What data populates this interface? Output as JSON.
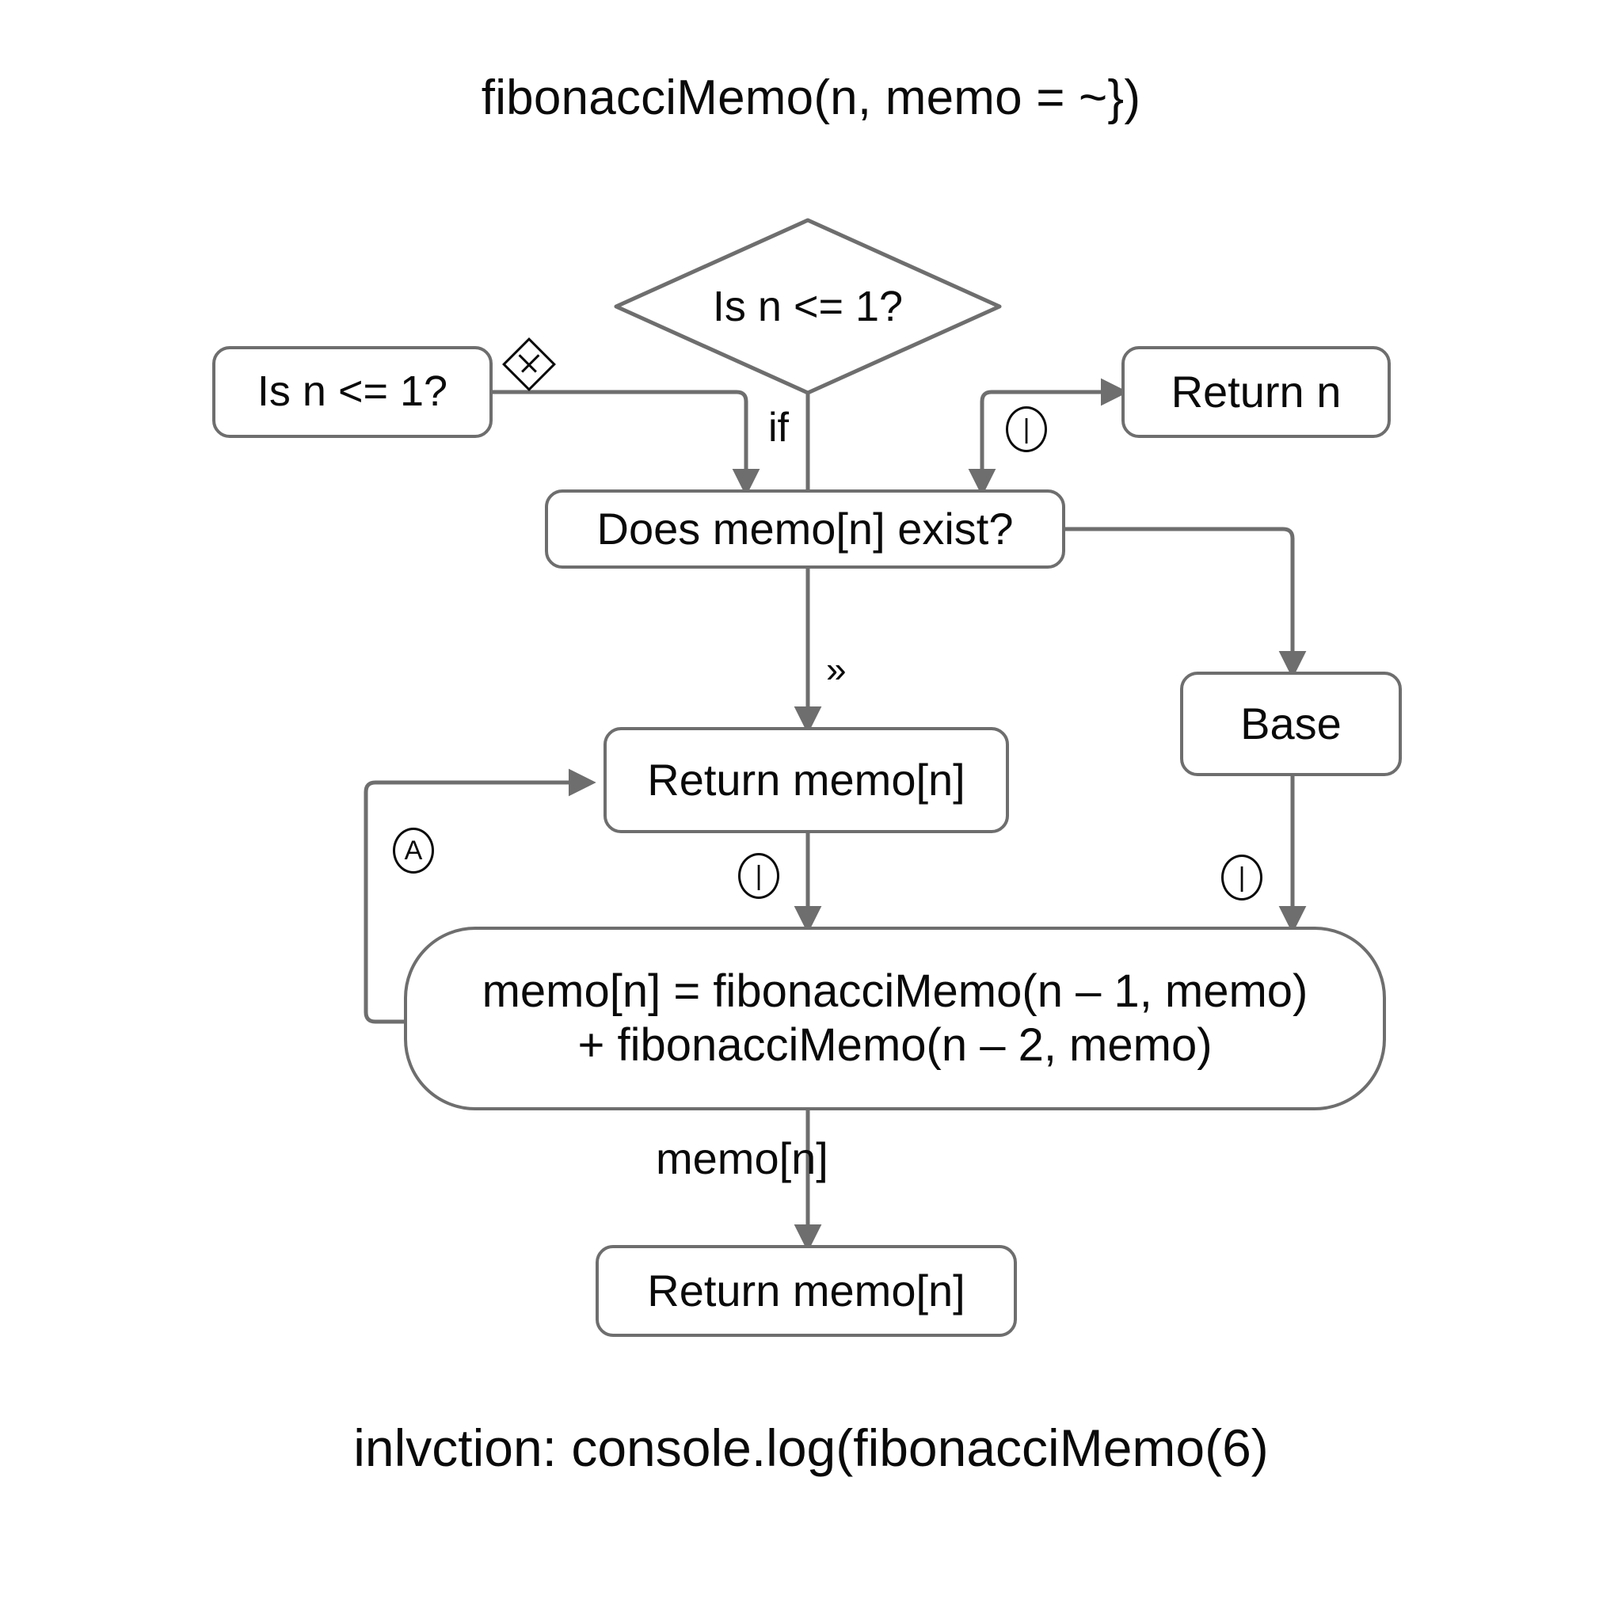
{
  "title": "fibonacciMemo(n, memo = ~})",
  "caption": "inlvction:  console.log(fibonacciMemo(6)",
  "colors": {
    "stroke": "#6e6e6e",
    "text": "#0a0a0a",
    "background": "#ffffff"
  },
  "nodes": {
    "decision_diamond": "Is n <= 1?",
    "left_box": "Is n <= 1?",
    "return_n": "Return n",
    "memo_exists": "Does memo[n] exist?",
    "base": "Base",
    "return_memo_mid": "Return memo[n]",
    "recursive_line1": "memo[n] = fibonacciMemo(n – 1, memo)",
    "recursive_line2": "+ fibonacciMemo(n – 2, memo)",
    "return_memo_bottom": "Return memo[n]"
  },
  "edge_labels": {
    "if": "if",
    "chevrons": "»",
    "memo_n": "memo[n]"
  },
  "markers": {
    "diamond_plus": "⬦",
    "circle_bar_top": "|",
    "circle_a": "A",
    "circle_bar_mid": "|",
    "circle_bar_right": "|"
  }
}
